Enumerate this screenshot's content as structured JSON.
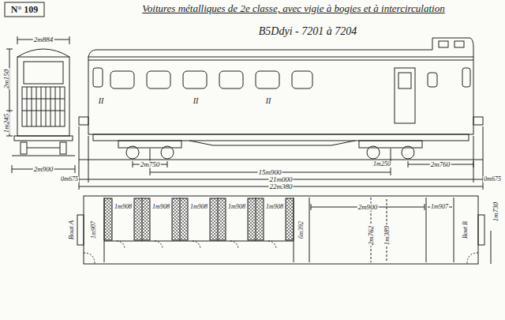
{
  "diagram": {
    "title": "Voitures métalliques de 2e classe, avec vigie à bogies et à intercirculation",
    "labels": [
      "N° 109",
      "B5Ddyi - 7201 à 7204",
      "2m884",
      "2m150",
      "1m245",
      "2m900",
      "II",
      "II",
      "II",
      "2m750",
      "1m250",
      "2m760",
      "15m900",
      "0m675",
      "21m000",
      "0m675",
      "22m380",
      "Bout A",
      "1m907",
      "1m908",
      "1m908",
      "1m908",
      "1m908",
      "1m908",
      "6m392",
      "2m900",
      "2m762",
      "1m389",
      "1m907",
      "Bout B",
      "1m730"
    ]
  }
}
